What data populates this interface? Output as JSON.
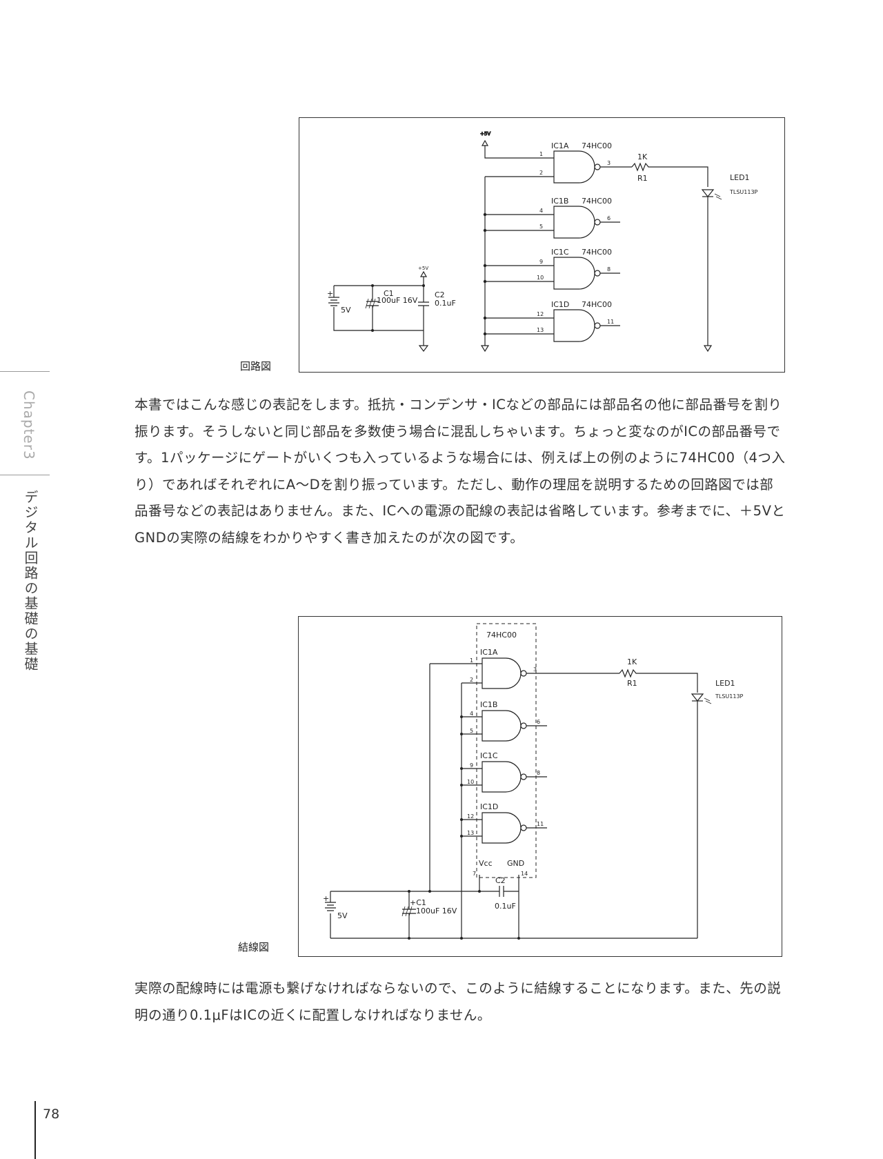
{
  "figure1": {
    "caption": "回路図",
    "supply_top": "+5V",
    "supply_cap": "+5V",
    "battery_label": "5V",
    "plus": "+",
    "c1_label": "C1",
    "c1_value": "100uF 16V",
    "c2_label": "C2",
    "c2_value": "0.1uF",
    "gates": [
      {
        "name": "IC1A",
        "part": "74HC00",
        "in1": "1",
        "in2": "2",
        "out": "3"
      },
      {
        "name": "IC1B",
        "part": "74HC00",
        "in1": "4",
        "in2": "5",
        "out": "6"
      },
      {
        "name": "IC1C",
        "part": "74HC00",
        "in1": "9",
        "in2": "10",
        "out": "8"
      },
      {
        "name": "IC1D",
        "part": "74HC00",
        "in1": "12",
        "in2": "13",
        "out": "11"
      }
    ],
    "r1_value": "1K",
    "r1_label": "R1",
    "led_label": "LED1",
    "led_part": "TLSU113P"
  },
  "paragraph1": "本書ではこんな感じの表記をします。抵抗・コンデンサ・ICなどの部品には部品名の他に部品番号を割り振ります。そうしないと同じ部品を多数使う場合に混乱しちゃいます。ちょっと変なのがICの部品番号です。1パッケージにゲートがいくつも入っているような場合には、例えば上の例のように74HC00（4つ入り）であればそれぞれにA〜Dを割り振っています。ただし、動作の理屈を説明するための回路図では部品番号などの表記はありません。また、ICへの電源の配線の表記は省略しています。参考までに、＋5VとGNDの実際の結線をわかりやすく書き加えたのが次の図です。",
  "figure2": {
    "caption": "結線図",
    "package": "74HC00",
    "battery_label": "5V",
    "plus": "+",
    "c1_label": "+C1",
    "c1_value": "100uF 16V",
    "c2_label": "C2",
    "c2_value": "0.1uF",
    "gates": [
      {
        "name": "IC1A",
        "in1": "1",
        "in2": "2",
        "out": "3"
      },
      {
        "name": "IC1B",
        "in1": "4",
        "in2": "5",
        "out": "6"
      },
      {
        "name": "IC1C",
        "in1": "9",
        "in2": "10",
        "out": "8"
      },
      {
        "name": "IC1D",
        "in1": "12",
        "in2": "13",
        "out": "11"
      }
    ],
    "vcc_label": "Vcc",
    "gnd_label": "GND",
    "vcc_pin": "7",
    "gnd_pin": "14",
    "r1_value": "1K",
    "r1_label": "R1",
    "led_label": "LED1",
    "led_part": "TLSU113P"
  },
  "paragraph2": "実際の配線時には電源も繋げなければならないので、このように結線することになります。また、先の説明の通り0.1μFはICの近くに配置しなければなりません。",
  "sidebar": {
    "chapter": "Chapter3",
    "title": "デジタル回路の基礎の基礎"
  },
  "page_number": "78"
}
